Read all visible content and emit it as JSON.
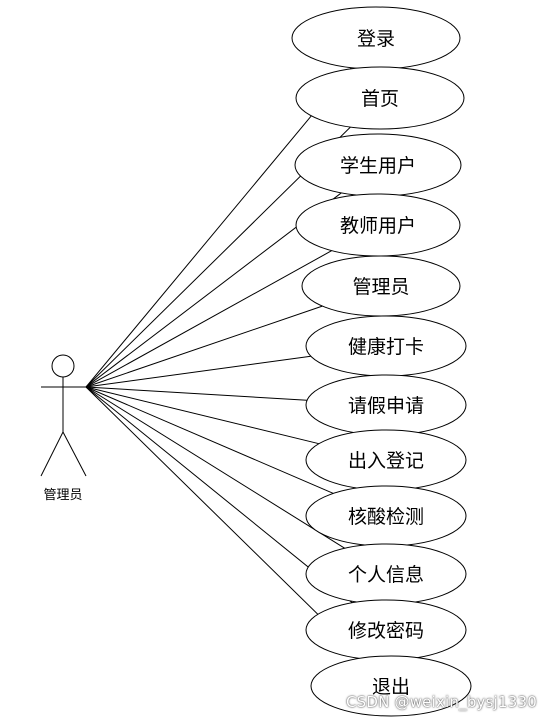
{
  "actor": {
    "label": "管理员"
  },
  "use_cases": [
    {
      "label": "登录"
    },
    {
      "label": "首页"
    },
    {
      "label": "学生用户"
    },
    {
      "label": "教师用户"
    },
    {
      "label": "管理员"
    },
    {
      "label": "健康打卡"
    },
    {
      "label": "请假申请"
    },
    {
      "label": "出入登记"
    },
    {
      "label": "核酸检测"
    },
    {
      "label": "个人信息"
    },
    {
      "label": "修改密码"
    },
    {
      "label": "退出"
    }
  ],
  "watermark": "CSDN @weixin_bysj1330"
}
